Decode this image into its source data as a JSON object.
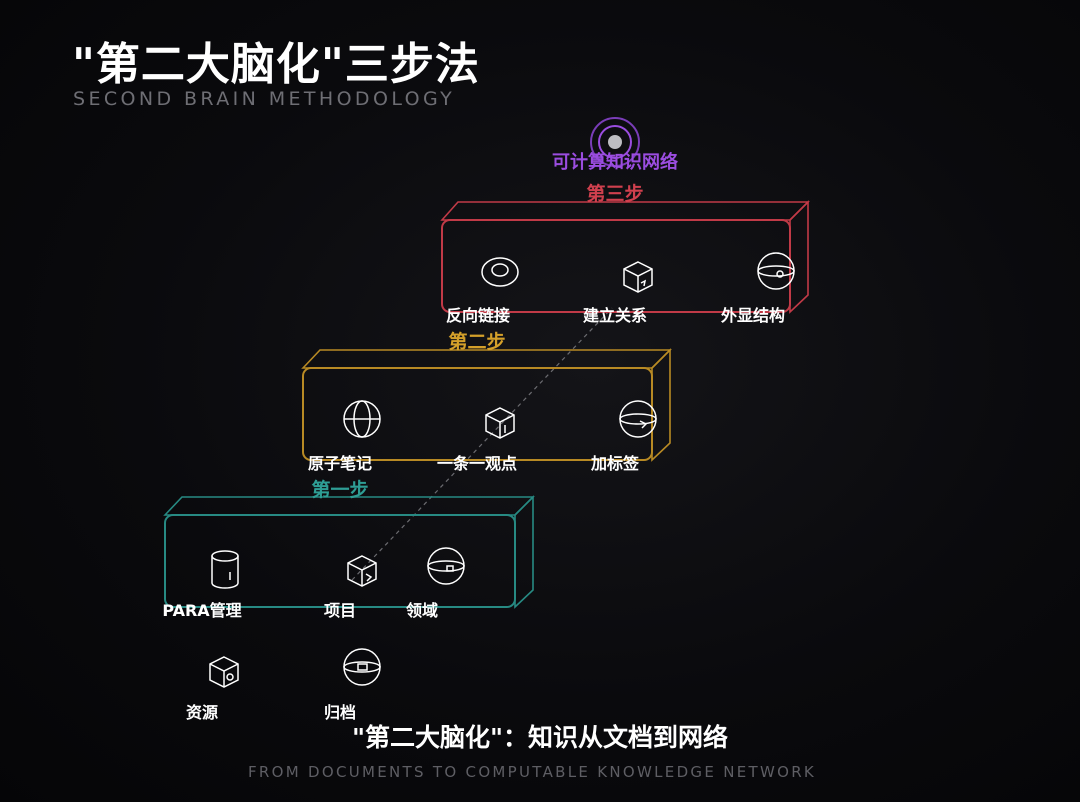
{
  "header": {
    "title": "\"第二大脑化\"三步法",
    "subtitle": "SECOND BRAIN METHODOLOGY"
  },
  "top_node": {
    "label": "可计算知识网络",
    "color": "#9b4de0",
    "icon": "target-icon"
  },
  "steps": [
    {
      "label": "第一步",
      "color": "#2e9e95",
      "items": [
        {
          "label": "PARA管理",
          "icon": "cylinder-icon"
        },
        {
          "label": "项目",
          "icon": "cube-icon"
        },
        {
          "label": "领域",
          "icon": "sphere-icon"
        },
        {
          "label": "资源",
          "icon": "cube-icon"
        },
        {
          "label": "归档",
          "icon": "sphere-icon"
        }
      ]
    },
    {
      "label": "第二步",
      "color": "#d4a02a",
      "items": [
        {
          "label": "原子笔记",
          "icon": "globe-icon"
        },
        {
          "label": "一条一观点",
          "icon": "cube-icon"
        },
        {
          "label": "加标签",
          "icon": "sphere-icon"
        }
      ]
    },
    {
      "label": "第三步",
      "color": "#d0404e",
      "items": [
        {
          "label": "反向链接",
          "icon": "disc-icon"
        },
        {
          "label": "建立关系",
          "icon": "cube-icon"
        },
        {
          "label": "外显结构",
          "icon": "sphere-icon"
        }
      ]
    }
  ],
  "footer": {
    "title": "\"第二大脑化\"：知识从文档到网络",
    "subtitle": "FROM DOCUMENTS TO COMPUTABLE KNOWLEDGE NETWORK"
  }
}
